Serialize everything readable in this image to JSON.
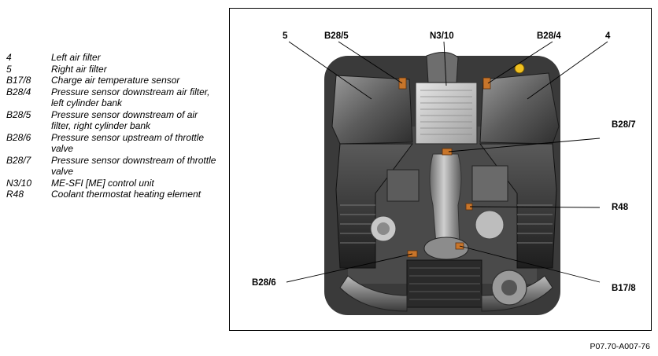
{
  "legend": [
    {
      "code": "4",
      "description": "Left air filter"
    },
    {
      "code": "5",
      "description": "Right air filter"
    },
    {
      "code": "B17/8",
      "description": "Charge air temperature sensor"
    },
    {
      "code": "B28/4",
      "description": "Pressure sensor downstream air filter, left cylinder bank"
    },
    {
      "code": "B28/5",
      "description": "Pressure sensor downstream of air filter, right cylinder bank"
    },
    {
      "code": "B28/6",
      "description": "Pressure sensor upstream of throttle valve"
    },
    {
      "code": "B28/7",
      "description": "Pressure sensor downstream of throttle valve"
    },
    {
      "code": "N3/10",
      "description": "ME-SFI [ME] control unit"
    },
    {
      "code": "R48",
      "description": "Coolant thermostat heating element"
    }
  ],
  "callouts": {
    "c5": "5",
    "b285": "B28/5",
    "n310": "N3/10",
    "b284": "B28/4",
    "c4": "4",
    "b287": "B28/7",
    "r48": "R48",
    "b286": "B28/6",
    "b178": "B17/8"
  },
  "figure_id": "P07.70-A007-76"
}
